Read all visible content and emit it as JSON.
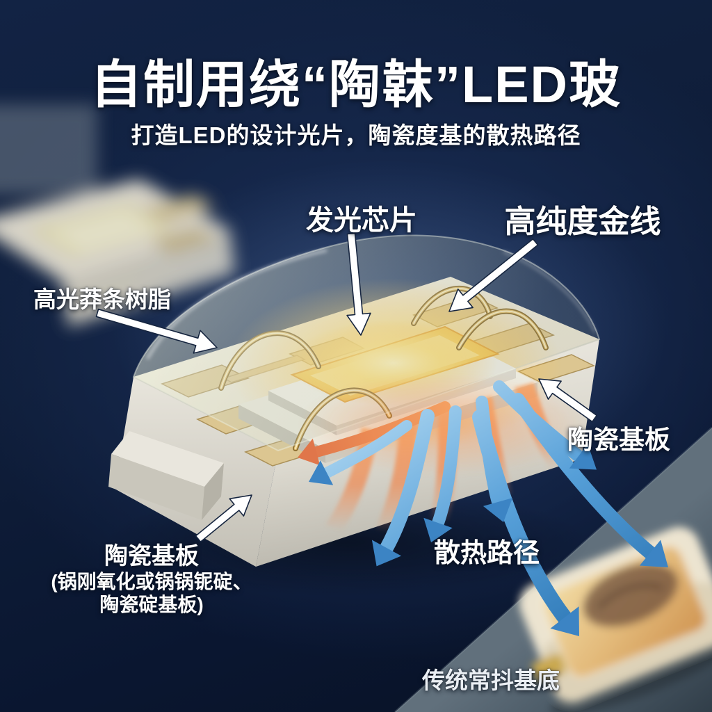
{
  "title": "自制用绕“陶韎”LED玻",
  "subtitle": "打造LED的设计光片，陶瓷度基的散热路径",
  "labels": {
    "chip": "发光芯片",
    "gold_wire": "高纯度金线",
    "resin": "高光莽条树脂",
    "substrate_right": "陶瓷基板",
    "heat_path": "散热路径",
    "substrate_left_title": "陶瓷基板",
    "substrate_left_sub1": "(锅刚氧化或锅锅铌碇、",
    "substrate_left_sub2": "陶瓷碇基板)",
    "traditional": "传统常抖基底"
  },
  "colors": {
    "background_navy": "#0f1e3a",
    "wedge_grey": "#55646f",
    "ceramic_white": "#efece2",
    "gold_pad": "#dcc691",
    "chip_glow_yellow": "#ffd96a",
    "heat_orange": "#f08a50",
    "path_blue": "#4a93cf",
    "text_white": "#ffffff"
  }
}
